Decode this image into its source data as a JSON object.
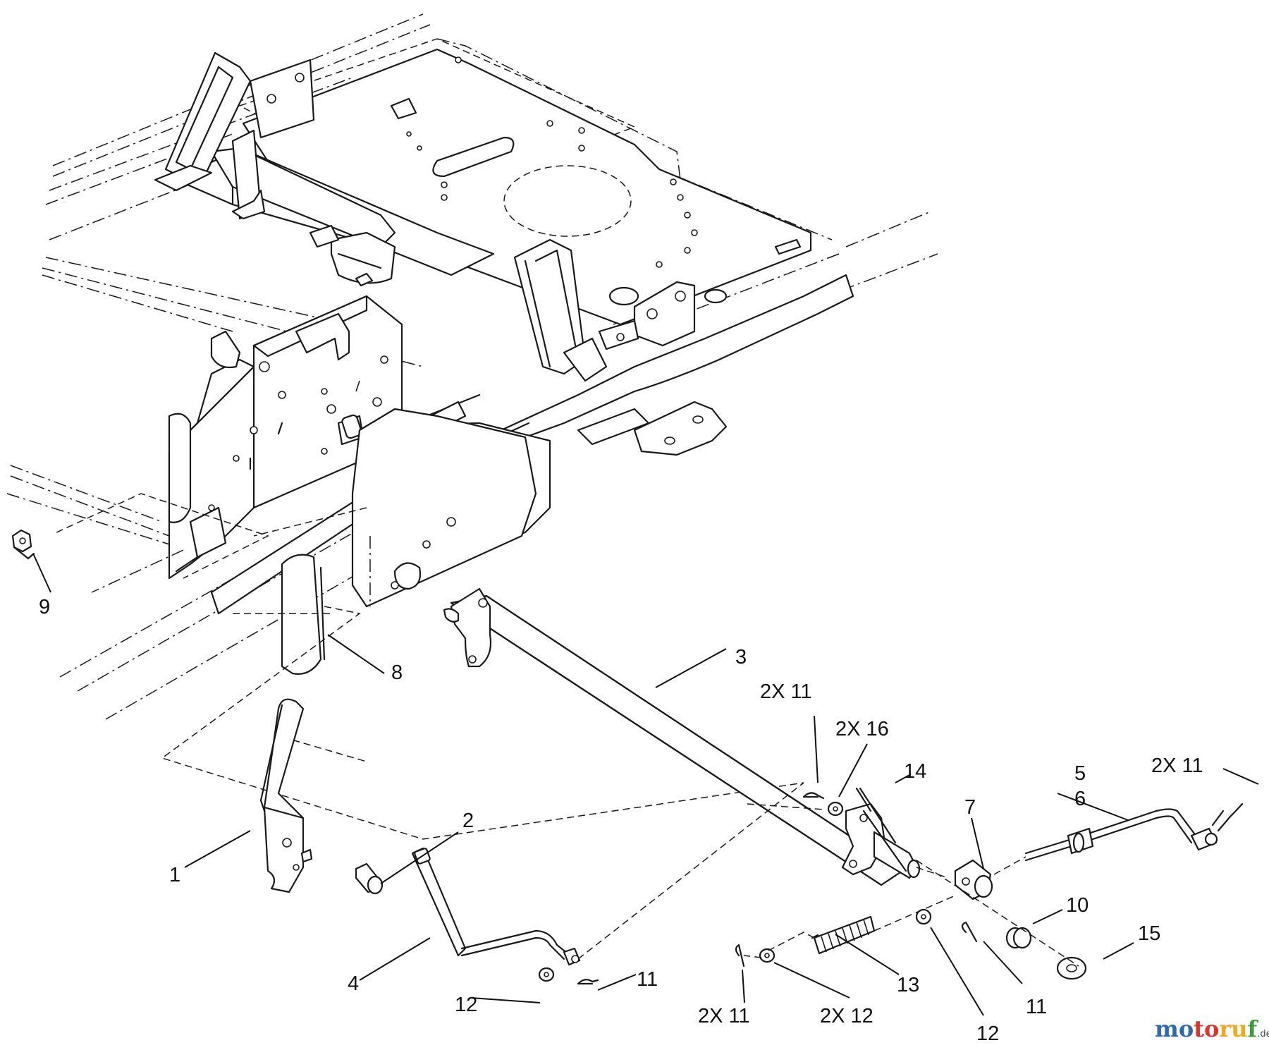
{
  "callouts": [
    {
      "id": "c1",
      "text": "1"
    },
    {
      "id": "c2",
      "text": "2"
    },
    {
      "id": "c3",
      "text": "3"
    },
    {
      "id": "c4",
      "text": "4"
    },
    {
      "id": "c5",
      "text": "5"
    },
    {
      "id": "c6",
      "text": "6"
    },
    {
      "id": "c7",
      "text": "7"
    },
    {
      "id": "c8",
      "text": "8"
    },
    {
      "id": "c9",
      "text": "9"
    },
    {
      "id": "c10",
      "text": "10"
    },
    {
      "id": "c11a",
      "text": "2X  11"
    },
    {
      "id": "c16",
      "text": "2X 16"
    },
    {
      "id": "c14",
      "text": "14"
    },
    {
      "id": "c11b",
      "text": "2X  11"
    },
    {
      "id": "c11c",
      "text": "11"
    },
    {
      "id": "c12a",
      "text": "12"
    },
    {
      "id": "c11d",
      "text": "2X 11"
    },
    {
      "id": "c12b",
      "text": "2X 12"
    },
    {
      "id": "c13",
      "text": "13"
    },
    {
      "id": "c12c",
      "text": "12"
    },
    {
      "id": "c11e",
      "text": "11"
    },
    {
      "id": "c15",
      "text": "15"
    }
  ],
  "watermark": {
    "part1": "mo",
    "part2": "to",
    "part3": "ru",
    "part4": "f",
    "tld": ".de"
  }
}
